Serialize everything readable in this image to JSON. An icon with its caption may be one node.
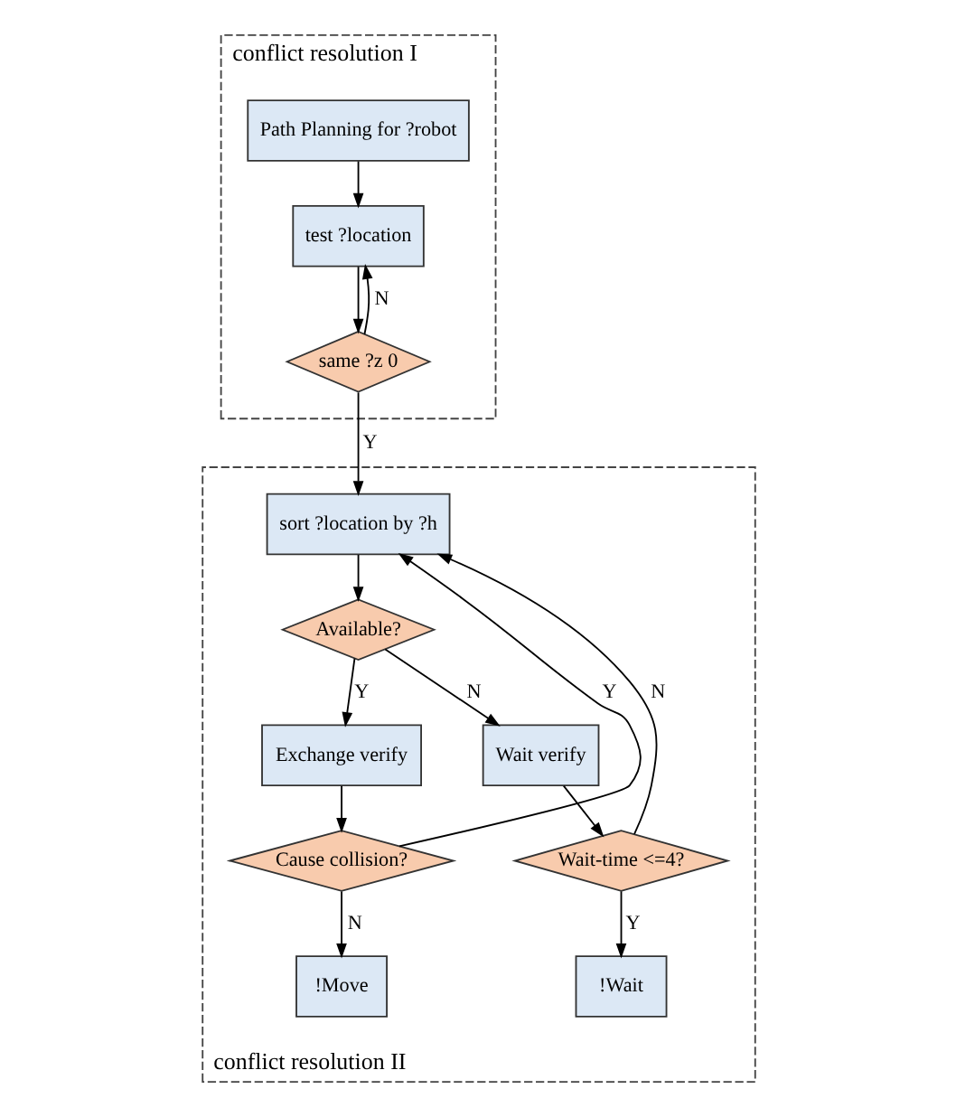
{
  "diagram": {
    "nodes": [
      {
        "text": [
          "conflict resolution I"
        ]
      },
      {
        "text": [
          "Path Planning for ?robot"
        ],
        "in": 0
      },
      {
        "text": [
          "test ?location"
        ],
        "in": 0
      },
      {
        "text": [
          "same ?z 0"
        ],
        "in": 0
      },
      {
        "text": [
          "conflict resolution II"
        ]
      },
      {
        "text": [
          "sort ?location by ?h"
        ],
        "in": 4
      },
      {
        "text": [
          "Available?"
        ],
        "in": 4
      },
      {
        "text": [
          "Exchange verify"
        ],
        "in": 4
      },
      {
        "text": [
          "Wait verify"
        ],
        "in": 4
      },
      {
        "text": [
          "Cause collision?"
        ],
        "in": 4
      },
      {
        "text": [
          "Wait-time <=4?"
        ],
        "in": 4
      },
      {
        "text": [
          "!Move"
        ],
        "in": 4
      },
      {
        "text": [
          "!Wait"
        ],
        "in": 4
      }
    ],
    "edges": [
      {
        "from": 1,
        "to": 2,
        "arrow": "to"
      },
      {
        "from": 2,
        "to": 3,
        "arrow": "to"
      },
      {
        "from": 3,
        "to": 2,
        "arrow": "to",
        "label": "N"
      },
      {
        "from": 3,
        "to": 5,
        "arrow": "to",
        "label": "Y"
      },
      {
        "from": 5,
        "to": 6,
        "arrow": "to"
      },
      {
        "from": 6,
        "to": 7,
        "arrow": "to",
        "label": "Y"
      },
      {
        "from": 6,
        "to": 8,
        "arrow": "to",
        "label": "N"
      },
      {
        "from": 7,
        "to": 9,
        "arrow": "to"
      },
      {
        "from": 8,
        "to": 10,
        "arrow": "to"
      },
      {
        "from": 9,
        "to": 5,
        "arrow": "to",
        "label": "Y"
      },
      {
        "from": 9,
        "to": 11,
        "arrow": "to",
        "label": "N"
      },
      {
        "from": 10,
        "to": 5,
        "arrow": "to",
        "label": "N"
      },
      {
        "from": 10,
        "to": 12,
        "arrow": "to",
        "label": "Y"
      }
    ]
  }
}
